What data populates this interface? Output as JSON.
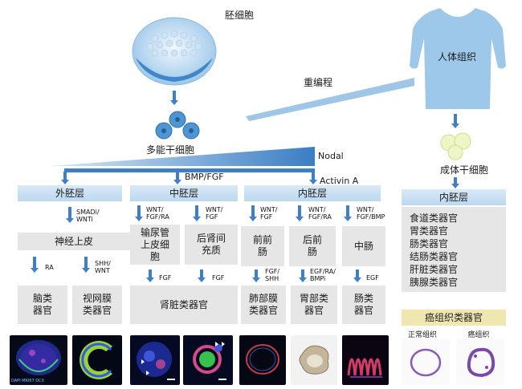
{
  "embryo": {
    "label": "胚细胞"
  },
  "pluri": {
    "label": "多能干细胞"
  },
  "human": {
    "label": "人体组织"
  },
  "reprog": {
    "label": "重编程"
  },
  "adult": {
    "label": "成体干细胞"
  },
  "signals": {
    "nodal": "Nodal",
    "bmp": "BMP/FGF",
    "activin": "Activin A"
  },
  "germ_layers": {
    "ecto": "外胚层",
    "meso": "中胚层",
    "endo": "内胚层",
    "endo_right": "内胚层"
  },
  "ecto": {
    "sig1": "SMADi/\nWNTi",
    "neural": "神经上皮",
    "sig_ra": "RA",
    "sig_shh": "SHH/\nWNT",
    "brain": "脑类\n器官",
    "retina": "视网膜\n类器官"
  },
  "meso": {
    "sig1": "WNT/\nFGF/RA",
    "sig2": "WNT/\nFGF",
    "ureteric": "输尿管\n上皮细\n胞",
    "metaneph": "后肾间\n充质",
    "fgf1": "FGF",
    "fgf2": "FGF",
    "kidney": "肾脏类器官"
  },
  "endo": {
    "sig1": "WNT/\nFGF",
    "sig2": "WNT/\nFGF/RA",
    "sig3": "WNT/\nFGF/BMP",
    "foregut": "前前\n肠",
    "hindfore": "后前\n肠",
    "midgut": "中肠",
    "sig4": "FGF/\nSHH",
    "sig5": "EGF/RA/\nBMPi",
    "sig6": "EGF",
    "lung": "肺部膜\n类器官",
    "stomach": "胃部类\n器官",
    "intestine": "肠类\n器官"
  },
  "right_list": [
    "食道类器官",
    "胃类器官",
    "肠类器官",
    "结肠类器官",
    "肝脏类器官",
    "胰腺类器官"
  ],
  "tumor": {
    "title": "癌组织类器官",
    "normal": "正常组织",
    "cancer": "癌组织"
  },
  "micro_caption": "DAPI MKI67 DCX",
  "colors": {
    "arrow": "#3f7fc8",
    "germ_band": "#c6ddf2",
    "cell_bg": "#e6e6e6",
    "tumor_bg": "#efe6b0"
  }
}
